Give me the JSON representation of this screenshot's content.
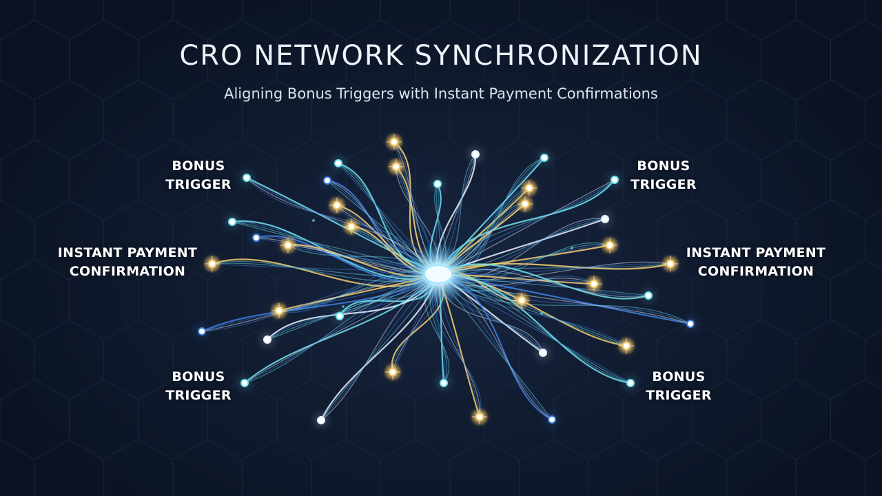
{
  "title": "CRO NETWORK SYNCHRONIZATION",
  "subtitle": "Aligning Bonus Triggers with Instant Payment Confirmations",
  "labels": {
    "top_left": {
      "line1": "BONUS",
      "line2": "TRIGGER"
    },
    "top_right": {
      "line1": "BONUS",
      "line2": "TRIGGER"
    },
    "mid_left": {
      "line1": "INSTANT PAYMENT",
      "line2": "CONFIRMATION"
    },
    "mid_right": {
      "line1": "INSTANT PAYMENT",
      "line2": "CONFIRMATION"
    },
    "bottom_left": {
      "line1": "BONUS",
      "line2": "TRIGGER"
    },
    "bottom_right": {
      "line1": "BONUS",
      "line2": "TRIGGER"
    }
  },
  "colors": {
    "background": "#0c1424",
    "hub": "#dff6ff",
    "cyan": "#6fe3f2",
    "blue": "#3f7fe0",
    "white": "#e9f3ff",
    "gold": "#f5cf72"
  }
}
